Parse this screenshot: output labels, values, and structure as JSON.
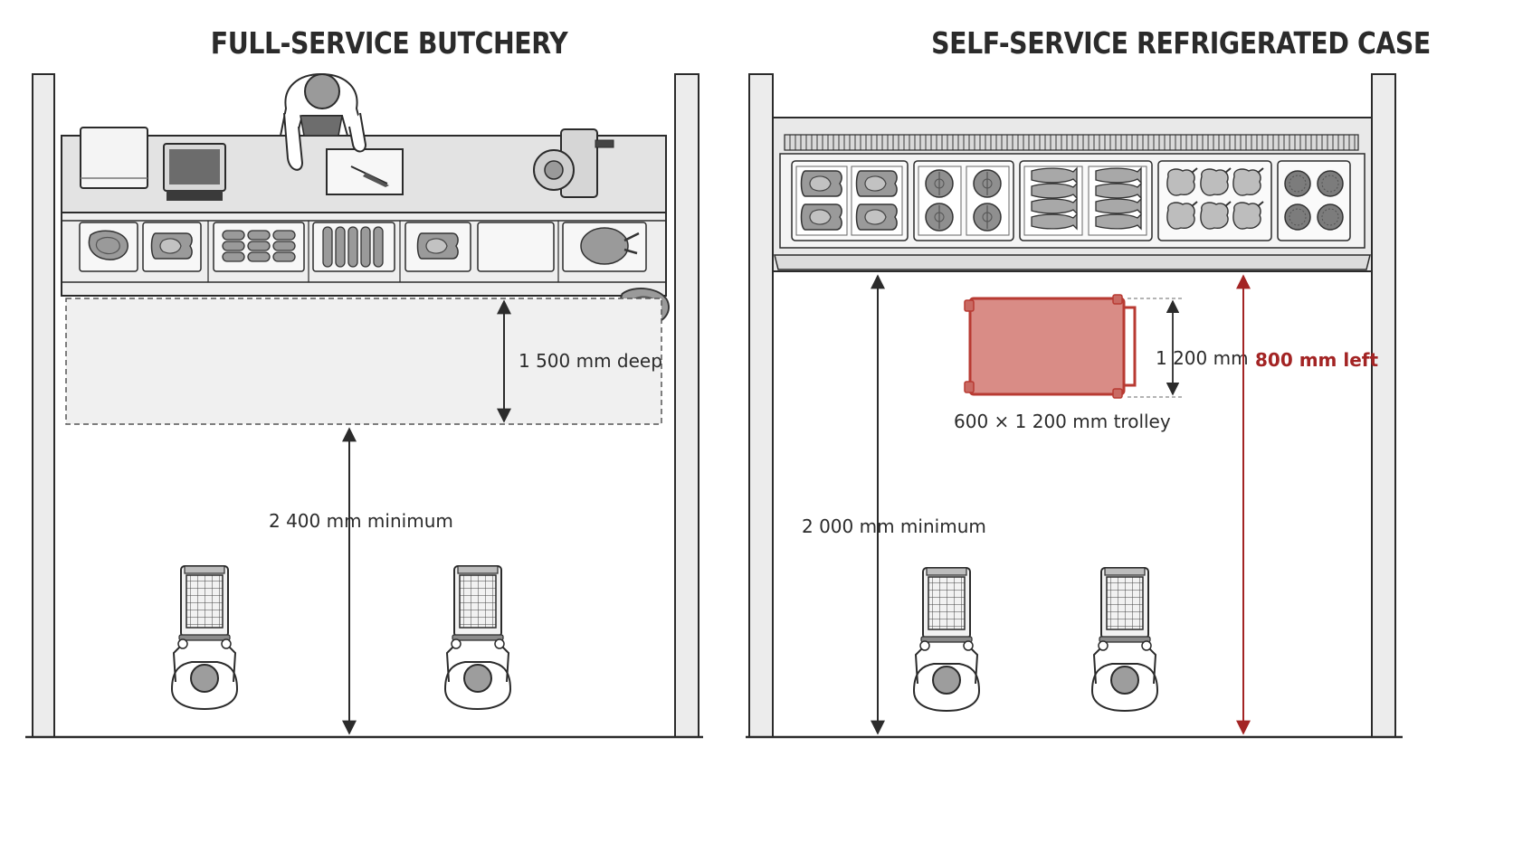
{
  "panels": {
    "left": {
      "title": "FULL-SERVICE BUTCHERY",
      "dimensions": {
        "counter_depth": "1 500 mm deep",
        "aisle_minimum": "2 400 mm minimum"
      }
    },
    "right": {
      "title": "SELF-SERVICE REFRIGERATED CASE",
      "dimensions": {
        "trolley_width": "1 200 mm",
        "trolley_caption": "600 × 1 200 mm trolley",
        "aisle_minimum": "2 000 mm minimum",
        "remaining": "800 mm left"
      }
    }
  },
  "colors": {
    "line": "#2b2b2b",
    "wall_fill": "#ececec",
    "counter_fill": "#e3e3e3",
    "food_fill": "#9a9a9a",
    "trolley_fill": "#d98c86",
    "trolley_stroke": "#b83a32",
    "remaining_red": "#a32424"
  }
}
